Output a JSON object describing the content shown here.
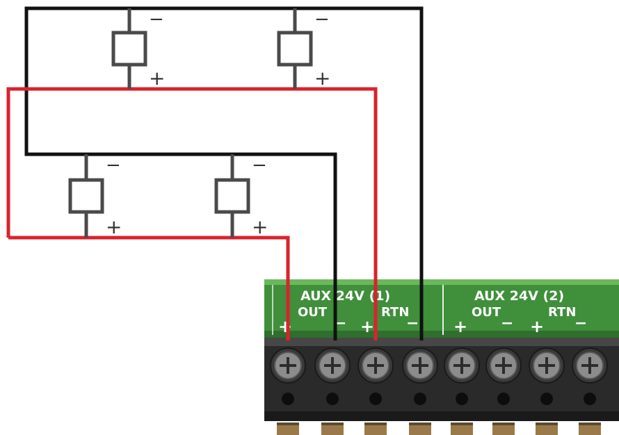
{
  "terminal_block": {
    "aux1": {
      "title": "AUX 24V (1)",
      "out_label": "OUT",
      "rtn_label": "RTN",
      "out_plus": "+",
      "out_minus": "−",
      "rtn_plus": "+",
      "rtn_minus": "−"
    },
    "aux2": {
      "title": "AUX 24V (2)",
      "out_label": "OUT",
      "rtn_label": "RTN",
      "out_plus": "+",
      "out_minus": "−",
      "rtn_plus": "+",
      "rtn_minus": "−"
    }
  },
  "devices": [
    {
      "id": "top-left",
      "minus": "−",
      "plus": "+"
    },
    {
      "id": "top-right",
      "minus": "−",
      "plus": "+"
    },
    {
      "id": "bottom-left",
      "minus": "−",
      "plus": "+"
    },
    {
      "id": "bottom-right",
      "minus": "−",
      "plus": "+"
    }
  ],
  "colors": {
    "positive_wire": "#d9232d",
    "negative_wire": "#111111",
    "device_outline": "#4a4a4a",
    "pcb_green": "#3f8f3b",
    "pcb_green_light": "#58a94c",
    "terminal_body": "#2a2a2a"
  }
}
